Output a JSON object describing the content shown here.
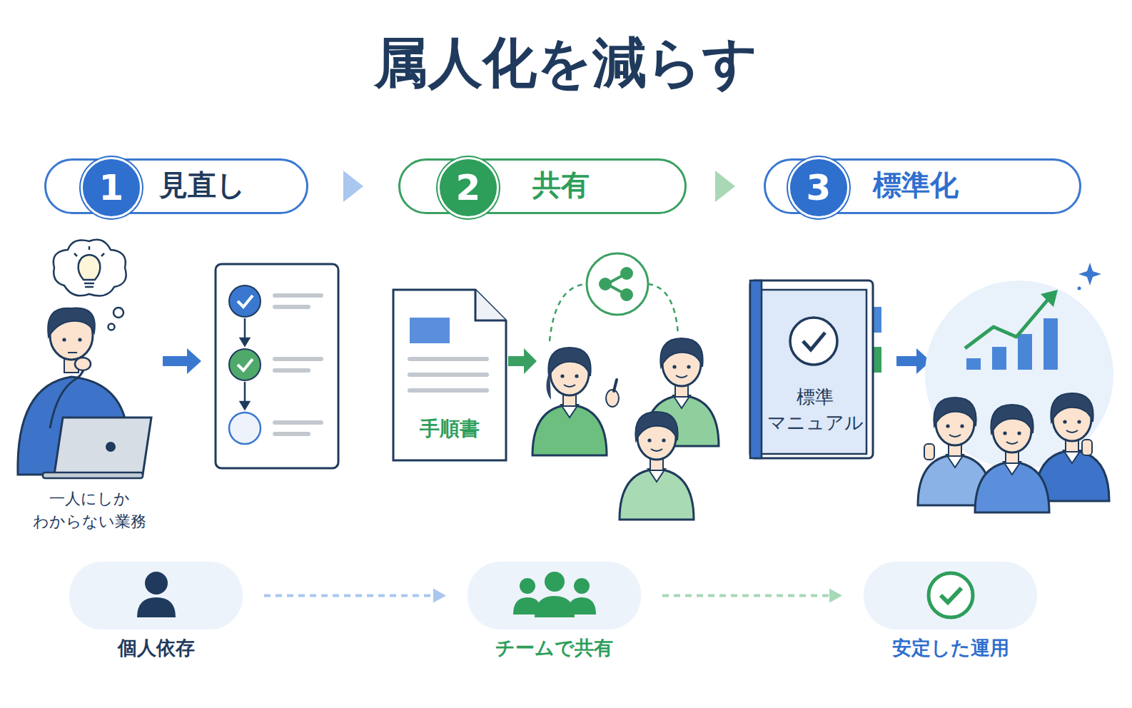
{
  "diagram": {
    "title": "属人化を減らす",
    "nodes": [
      {
        "text": [
          "見直し"
        ]
      },
      {
        "text": [
          "1"
        ],
        "in": 0
      },
      {
        "text": [
          "共有"
        ]
      },
      {
        "text": [
          "2"
        ],
        "in": 2
      },
      {
        "text": [
          "標準化"
        ]
      },
      {
        "text": [
          "3"
        ],
        "in": 4
      },
      {
        "text": [
          "手順書"
        ]
      },
      {
        "text": [
          "標準 マニュアル"
        ]
      },
      {
        "text": [
          "個人依存"
        ]
      },
      {
        "text": [
          "チームで共有"
        ]
      },
      {
        "text": [
          "安定した運用"
        ]
      }
    ],
    "edges": [
      {
        "from": 0,
        "to": 2,
        "arrow": "to"
      },
      {
        "from": 2,
        "to": 4,
        "arrow": "to"
      },
      {
        "from": 8,
        "to": 9,
        "arrow": "to"
      },
      {
        "from": 9,
        "to": 10,
        "arrow": "to"
      }
    ],
    "labels": [
      "一人にしか わからない業務"
    ]
  }
}
